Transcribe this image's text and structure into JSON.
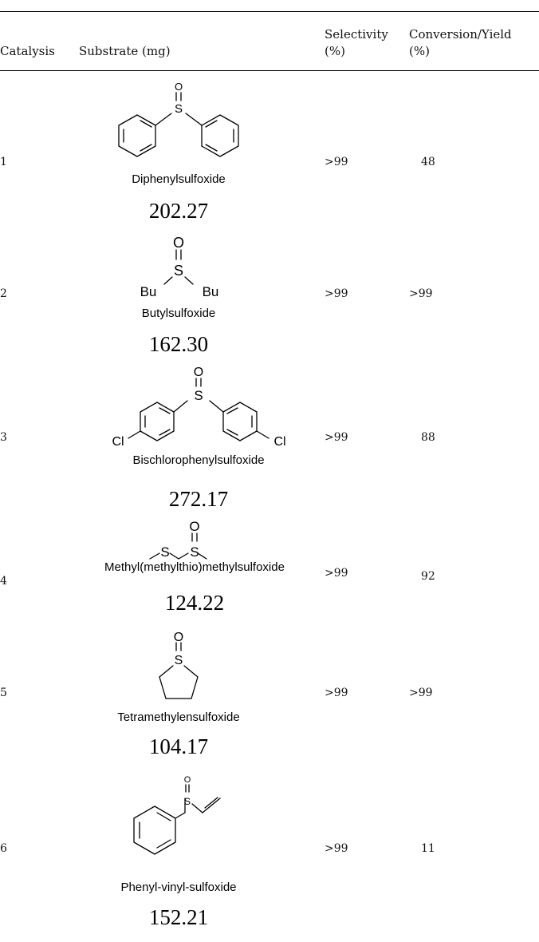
{
  "table": {
    "headers": {
      "catalysis": "Catalysis",
      "substrate": "Substrate (mg)",
      "selectivity_line1": "Selectivity",
      "selectivity_line2": "(%)",
      "conversion_line1": "Conversion/Yield",
      "conversion_line2": "(%)"
    },
    "rows": [
      {
        "catalysis": "1",
        "name": "Diphenylsulfoxide",
        "mass": "202.27",
        "selectivity": ">99",
        "conversion": "48"
      },
      {
        "catalysis": "2",
        "name": "Butylsulfoxide",
        "mass": "162.30",
        "selectivity": ">99",
        "conversion": ">99"
      },
      {
        "catalysis": "3",
        "name": "Bischlorophenylsulfoxide",
        "mass": "272.17",
        "selectivity": ">99",
        "conversion": "88"
      },
      {
        "catalysis": "4",
        "name": "Methyl(methylthio)methylsulfoxide",
        "mass": "124.22",
        "selectivity": ">99",
        "conversion": "92"
      },
      {
        "catalysis": "5",
        "name": "Tetramethylensulfoxide",
        "mass": "104.17",
        "selectivity": ">99",
        "conversion": ">99"
      },
      {
        "catalysis": "6",
        "name": "Phenyl-vinyl-sulfoxide",
        "mass": "152.21",
        "selectivity": ">99",
        "conversion": "11"
      }
    ],
    "atoms": {
      "oxygen": "O",
      "sulfur": "S",
      "chlorine": "Cl",
      "butyl": "Bu"
    }
  }
}
